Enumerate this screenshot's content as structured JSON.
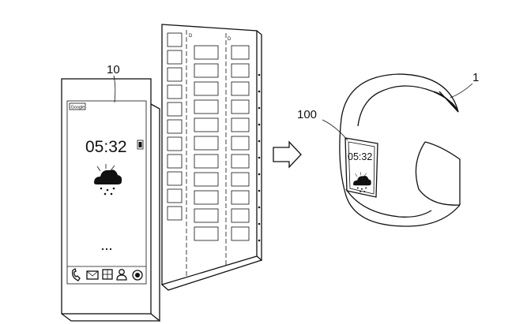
{
  "labels": {
    "phone_ref": "10",
    "band_ref": "1",
    "display_ref": "100",
    "phone_brand": "Google",
    "phone_clock": "05:32",
    "band_clock": "05:32",
    "panel_mark_left": "D",
    "panel_mark_right": "D"
  },
  "icons": {
    "weather": "cloud-rain-icon",
    "arrow": "transform-arrow-icon",
    "dock": [
      "phone-icon",
      "mail-icon",
      "grid-icon",
      "user-icon",
      "browser-icon"
    ]
  },
  "colors": {
    "ink": "#111111",
    "background": "#ffffff"
  }
}
